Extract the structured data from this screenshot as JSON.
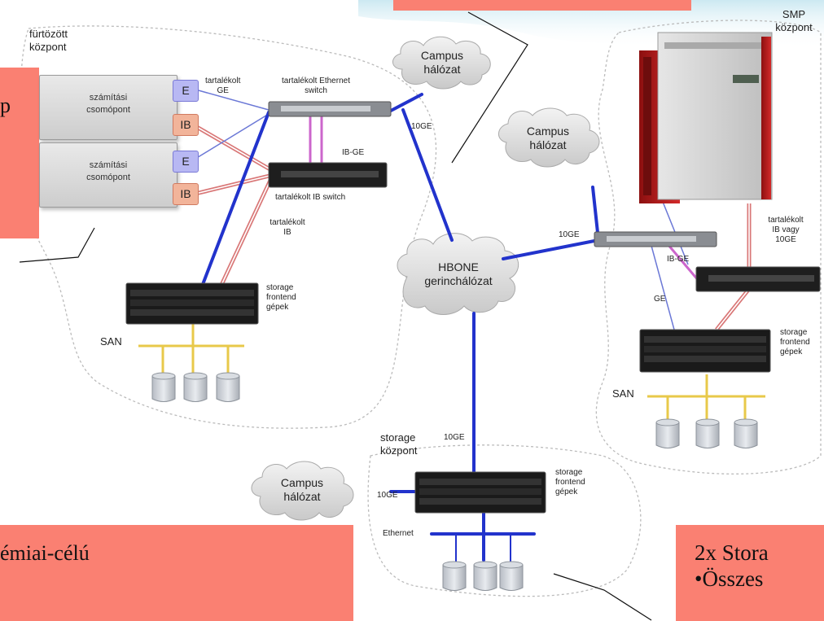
{
  "labels": {
    "cluster_center": "fürtözött\nközpont",
    "compute_node": "számítási\ncsomópont",
    "port_e": "E",
    "port_ib": "IB",
    "reserved_ge": "tartalékolt\nGE",
    "reserved_eth_switch": "tartalékolt Ethernet\nswitch",
    "ib_ge_left": "IB-GE",
    "reserved_ib_switch": "tartalékolt IB switch",
    "reserved_ib": "tartalékolt\nIB",
    "storage_frontend_left": "storage\nfrontend\ngépek",
    "san_left": "SAN",
    "campus_top": "Campus\nhálózat",
    "campus_mid": "Campus\nhálózat",
    "campus_bottom": "Campus\nhálózat",
    "tenge_top": "10GE",
    "tenge_right": "10GE",
    "tenge_mid": "10GE",
    "tenge_bottom": "10GE",
    "hbone": "HBONE\ngerinchálózat",
    "smp_center": "SMP\nközpont",
    "reserved_ib_or_10ge": "tartalékolt\nIB vagy\n10GE",
    "ib_ge_right": "IB-GE",
    "ge_right": "GE",
    "storage_frontend_right": "storage\nfrontend\ngépek",
    "san_right": "SAN",
    "storage_center": "storage\nközpont",
    "storage_frontend_bottom": "storage\nfrontend\ngépek",
    "ethernet": "Ethernet"
  },
  "overlays": {
    "left_partial": "p",
    "bottom_left_partial": "émiai-célú",
    "bottom_right_line1": "2x Stora",
    "bottom_right_line2": "•Összes"
  },
  "colors": {
    "ethernet_link": "#2233cc",
    "ib_link": "#d97777",
    "ib_ge_link": "#cc66cc",
    "san_link": "#e8c94a",
    "overlay_box": "#fa8072",
    "accent_red": "#b01818"
  }
}
